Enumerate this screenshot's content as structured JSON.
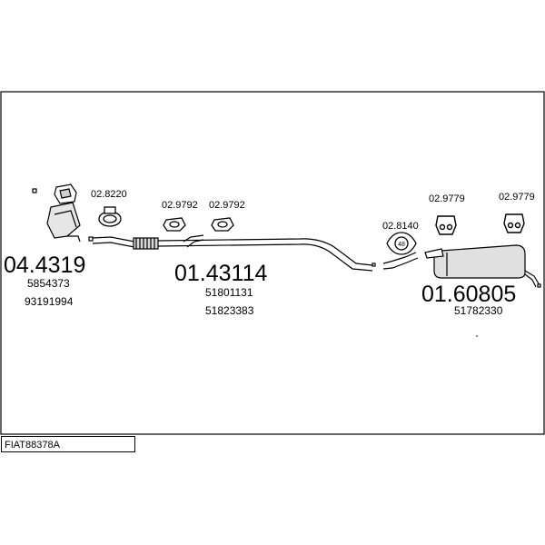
{
  "parts": {
    "catalyst": {
      "number": "04.4319",
      "refs": [
        "5854373",
        "93191994"
      ]
    },
    "clamp": {
      "number": "02.8220"
    },
    "bracket_a": {
      "number": "02.9792"
    },
    "bracket_b": {
      "number": "02.9792"
    },
    "middle_pipe": {
      "number": "01.43114",
      "refs": [
        "51801131",
        "51823383"
      ]
    },
    "gasket": {
      "number": "02.8140",
      "label": "48"
    },
    "rubber_hanger_a": {
      "number": "02.9779"
    },
    "rubber_hanger_b": {
      "number": "02.9779"
    },
    "rear_silencer": {
      "number": "01.60805",
      "refs": [
        "51782330"
      ]
    }
  },
  "diagram_code": "FIAT88378A"
}
